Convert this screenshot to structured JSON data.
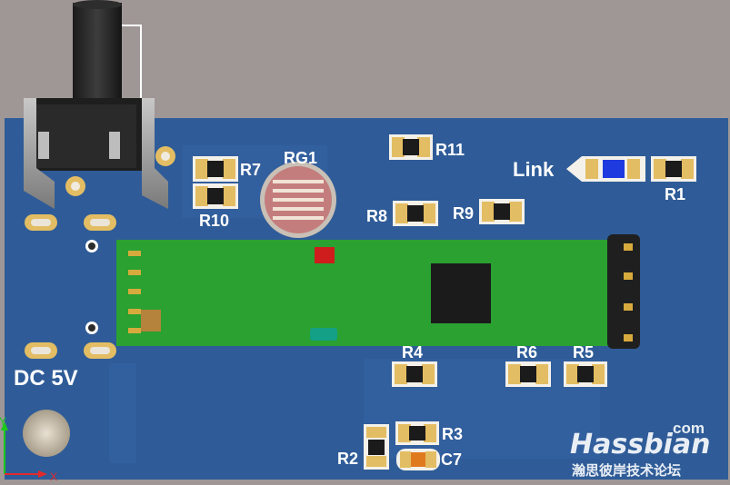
{
  "labels": {
    "rg1": "RG1",
    "r1": "R1",
    "r2": "R2",
    "r3": "R3",
    "r4": "R4",
    "r5": "R5",
    "r6": "R6",
    "r7": "R7",
    "r8": "R8",
    "r9": "R9",
    "r10": "R10",
    "r11": "R11",
    "c7": "C7",
    "link": "Link",
    "dc": "DC 5V"
  },
  "axes": {
    "x": "X",
    "y": "Y"
  },
  "watermark": {
    "name": "Hassbian",
    "tld": "com",
    "subtitle": "瀚思彼岸技术论坛"
  },
  "colors": {
    "background": "#9f9796",
    "board": "#2f5c98",
    "module": "#2aa131",
    "pad": "#e3bd63",
    "led_blue": "#1f3be0"
  }
}
